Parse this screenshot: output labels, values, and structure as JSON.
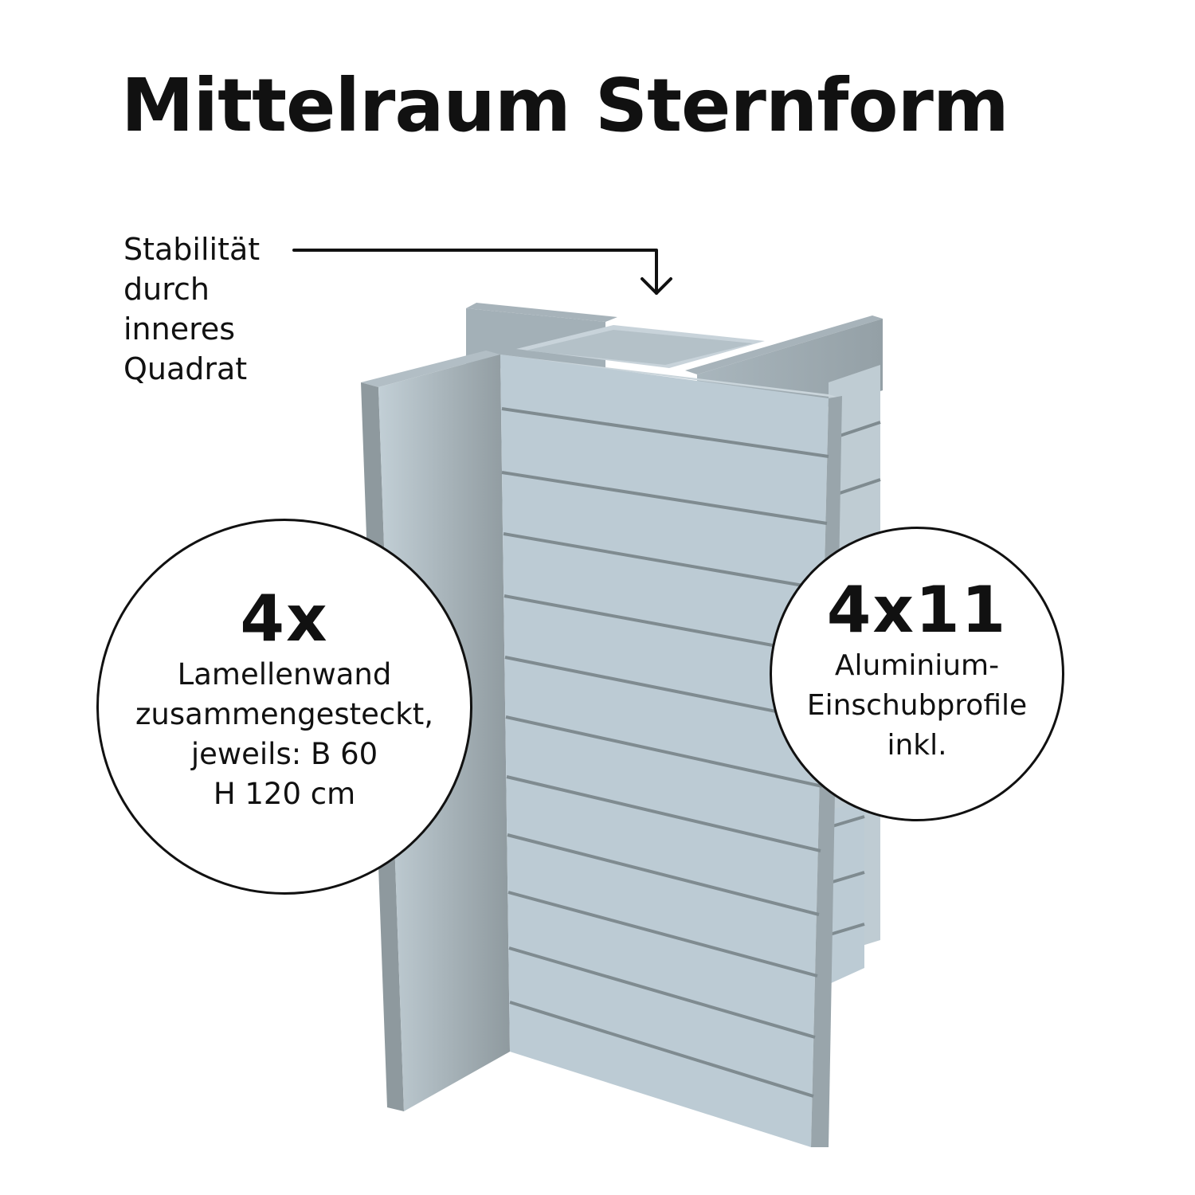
{
  "title": "Mittelraum Sternform",
  "callout": {
    "lines": [
      "Stabilität",
      "durch",
      "inneres",
      "Quadrat"
    ]
  },
  "badge_left": {
    "value": "4x",
    "lines": [
      "Lamellenwand",
      "zusammengesteckt,",
      "jeweils: B 60",
      "H 120 cm"
    ]
  },
  "badge_right": {
    "value": "4x11",
    "lines": [
      "Aluminium-",
      "Einschubprofile",
      "inkl."
    ]
  },
  "colors": {
    "panel_face": "#bccbd4",
    "panel_shade": "#9aa7ae",
    "panel_dark": "#8a9599",
    "slot": "#7f8b90",
    "outline": "#111111"
  }
}
